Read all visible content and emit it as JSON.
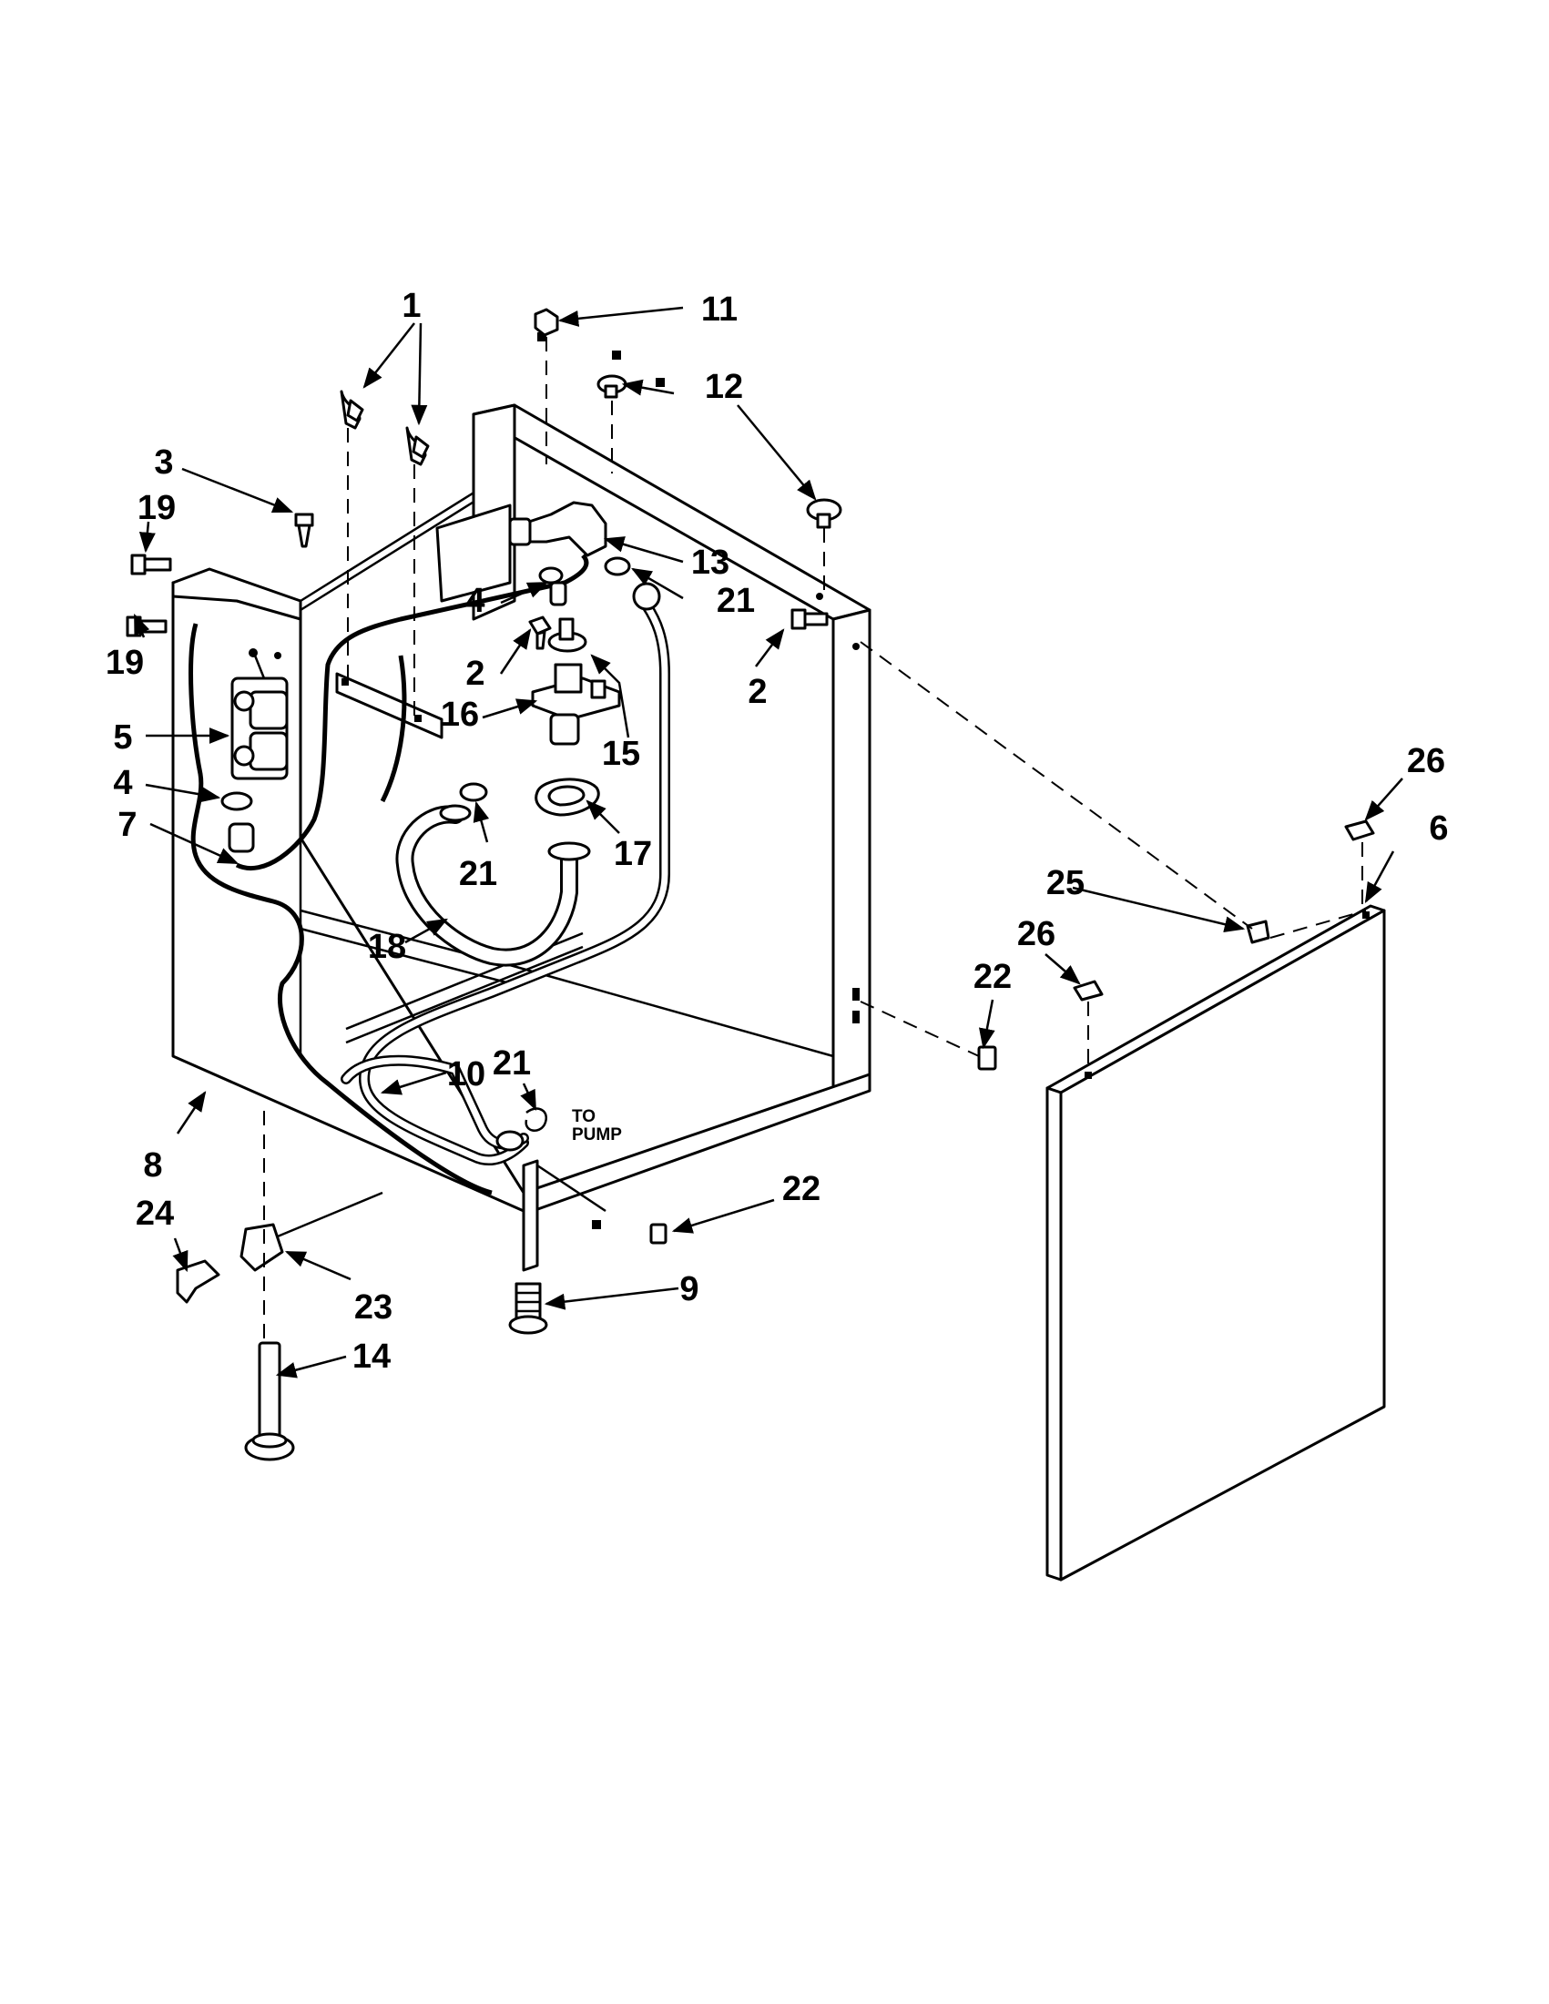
{
  "diagram": {
    "labels": [
      {
        "id": "1",
        "text": "1"
      },
      {
        "id": "2a",
        "text": "2"
      },
      {
        "id": "2b",
        "text": "2"
      },
      {
        "id": "3",
        "text": "3"
      },
      {
        "id": "4a",
        "text": "4"
      },
      {
        "id": "4b",
        "text": "4"
      },
      {
        "id": "5",
        "text": "5"
      },
      {
        "id": "6",
        "text": "6"
      },
      {
        "id": "7",
        "text": "7"
      },
      {
        "id": "8",
        "text": "8"
      },
      {
        "id": "9",
        "text": "9"
      },
      {
        "id": "10",
        "text": "10"
      },
      {
        "id": "11",
        "text": "11"
      },
      {
        "id": "12",
        "text": "12"
      },
      {
        "id": "13",
        "text": "13"
      },
      {
        "id": "14",
        "text": "14"
      },
      {
        "id": "15",
        "text": "15"
      },
      {
        "id": "16",
        "text": "16"
      },
      {
        "id": "17",
        "text": "17"
      },
      {
        "id": "18",
        "text": "18"
      },
      {
        "id": "19a",
        "text": "19"
      },
      {
        "id": "19b",
        "text": "19"
      },
      {
        "id": "21a",
        "text": "21"
      },
      {
        "id": "21b",
        "text": "21"
      },
      {
        "id": "21c",
        "text": "21"
      },
      {
        "id": "22a",
        "text": "22"
      },
      {
        "id": "22b",
        "text": "22"
      },
      {
        "id": "23",
        "text": "23"
      },
      {
        "id": "24",
        "text": "24"
      },
      {
        "id": "25",
        "text": "25"
      },
      {
        "id": "26a",
        "text": "26"
      },
      {
        "id": "26b",
        "text": "26"
      }
    ],
    "annotation_to": "TO",
    "annotation_pump": "PUMP"
  }
}
